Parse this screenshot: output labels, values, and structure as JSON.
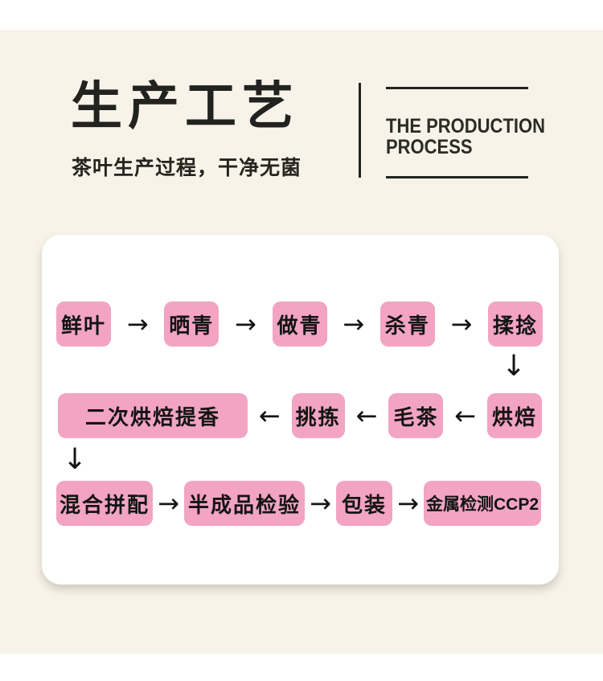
{
  "header": {
    "title": "生产工艺",
    "subtitle": "茶叶生产过程，干净无菌",
    "en_line1": "THE PRODUCTION",
    "en_line2": "PROCESS"
  },
  "flow": {
    "arrow_right": "→",
    "arrow_left": "←",
    "arrow_down": "↓",
    "row1": [
      "鲜叶",
      "晒青",
      "做青",
      "杀青",
      "揉捻"
    ],
    "row2": [
      "二次烘焙提香",
      "挑拣",
      "毛茶",
      "烘焙"
    ],
    "row3": [
      "混合拼配",
      "半成品检验",
      "包装",
      "金属检测CCP2"
    ]
  },
  "colors": {
    "accent-pink": "#f2a4c2",
    "page-cream": "#f7f3e8",
    "ink": "#1e1e1c"
  }
}
